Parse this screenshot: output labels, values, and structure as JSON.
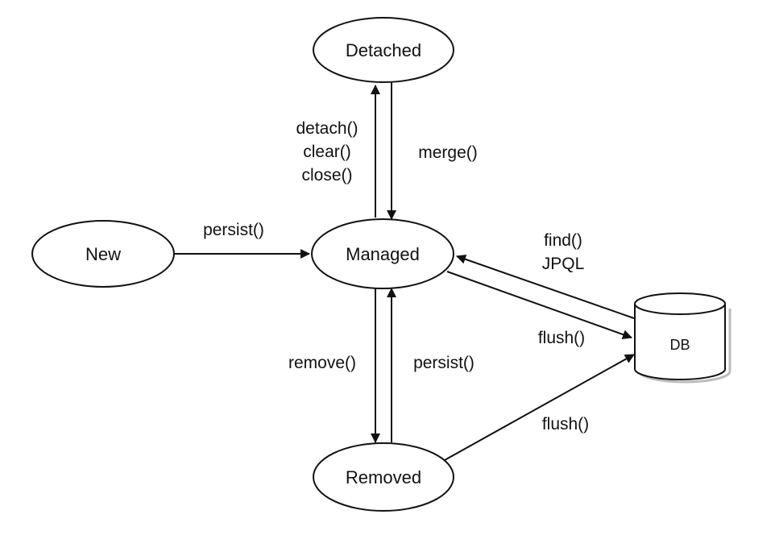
{
  "nodes": {
    "detached": "Detached",
    "new": "New",
    "managed": "Managed",
    "removed": "Removed",
    "db": "DB"
  },
  "edges": {
    "detach_lines": [
      "detach()",
      "clear()",
      "close()"
    ],
    "merge": "merge()",
    "persist_new": "persist()",
    "find_lines": [
      "find()",
      "JPQL"
    ],
    "flush_managed": "flush()",
    "remove": "remove()",
    "persist_removed": "persist()",
    "flush_removed": "flush()"
  },
  "colors": {
    "stroke": "#111111",
    "fill": "#ffffff"
  }
}
